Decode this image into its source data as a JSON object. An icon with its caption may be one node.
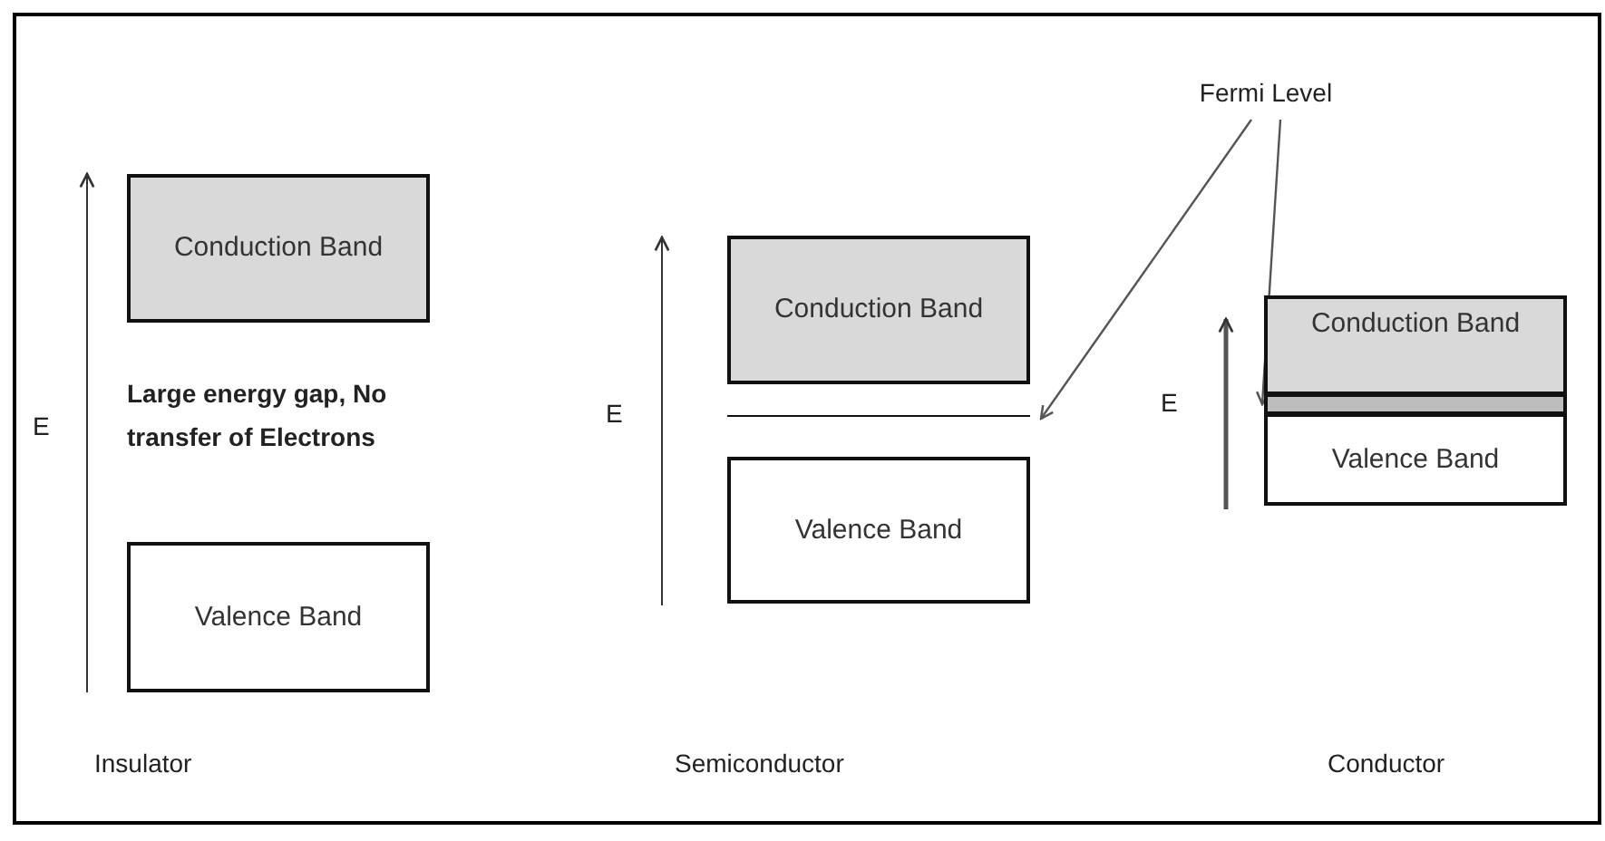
{
  "diagram": {
    "nodes": [
      {
        "text": [
          "Conduction Band"
        ]
      },
      {
        "text": [
          "Valence Band"
        ]
      },
      {
        "text": [
          "Conduction Band"
        ]
      },
      {
        "text": [],
        "shape": "bar"
      },
      {
        "text": [
          "Valence Band"
        ]
      },
      {
        "text": [
          "Fermi Level"
        ]
      },
      {
        "text": [
          "Conduction Band"
        ]
      },
      {
        "text": [],
        "shape": "bar"
      },
      {
        "text": [
          "Valence Band"
        ]
      }
    ],
    "edges": [
      {
        "from": 5,
        "to": 3,
        "arrow": "to"
      },
      {
        "from": 5,
        "to": 7,
        "arrow": "to"
      }
    ],
    "labels": [
      "E",
      "Large energy gap, No transfer of Electrons",
      "E",
      "E",
      "Insulator",
      "Semiconductor",
      "Conductor"
    ]
  }
}
